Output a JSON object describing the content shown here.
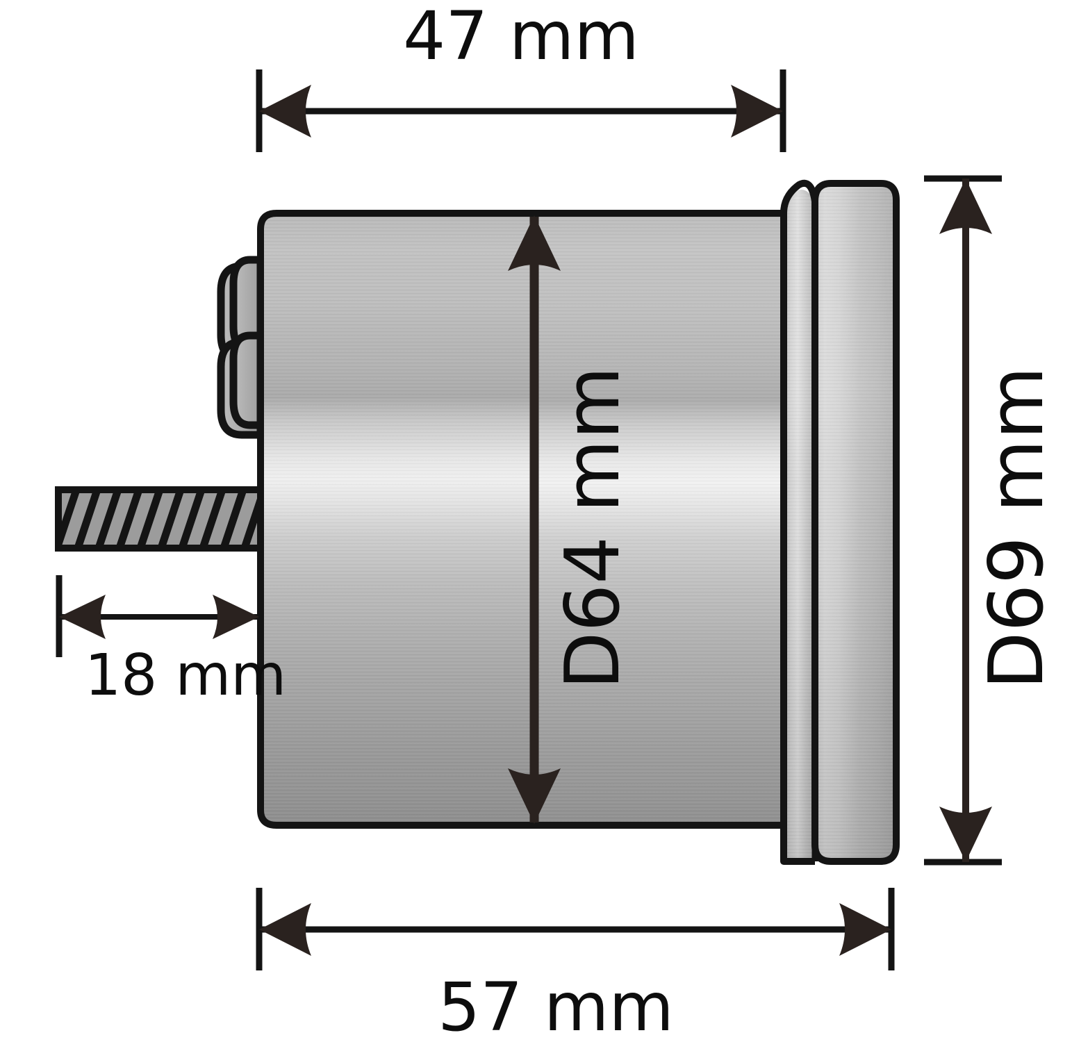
{
  "drawing": {
    "title": "Cylindrical housing with threaded shaft - dimensioned side view",
    "units": "mm",
    "line_color": "#141414",
    "text_color": "#0d0d0d",
    "background_color": "#ffffff",
    "metal_light": "#e9e9e9",
    "metal_mid": "#b5b5b5",
    "metal_dark": "#8a8a8a",
    "hatch_fill": "#9a9a9a"
  },
  "dimensions": {
    "top": {
      "label": "47 mm",
      "value": 47,
      "unit": "mm",
      "orientation": "horizontal",
      "position": "top",
      "measures": "body-length-excluding-flange"
    },
    "bottom": {
      "label": "57 mm",
      "value": 57,
      "unit": "mm",
      "orientation": "horizontal",
      "position": "bottom",
      "measures": "overall-length-including-flange"
    },
    "left": {
      "label": "18 mm",
      "value": 18,
      "unit": "mm",
      "orientation": "horizontal",
      "position": "left",
      "measures": "threaded-shaft-length"
    },
    "center": {
      "label": "D64 mm",
      "value": 64,
      "unit": "mm",
      "orientation": "vertical",
      "position": "center",
      "measures": "body-diameter"
    },
    "right": {
      "label": "D69 mm",
      "value": 69,
      "unit": "mm",
      "orientation": "vertical",
      "position": "right",
      "measures": "flange-diameter"
    }
  },
  "parts": {
    "threaded_shaft": {
      "name": "threaded-shaft",
      "hatch_marks": 10
    },
    "body": {
      "name": "cylindrical-body",
      "segments": 2
    },
    "lugs": {
      "name": "side-lugs",
      "count": 2
    },
    "flange": {
      "name": "end-flange",
      "panels": 2
    }
  }
}
